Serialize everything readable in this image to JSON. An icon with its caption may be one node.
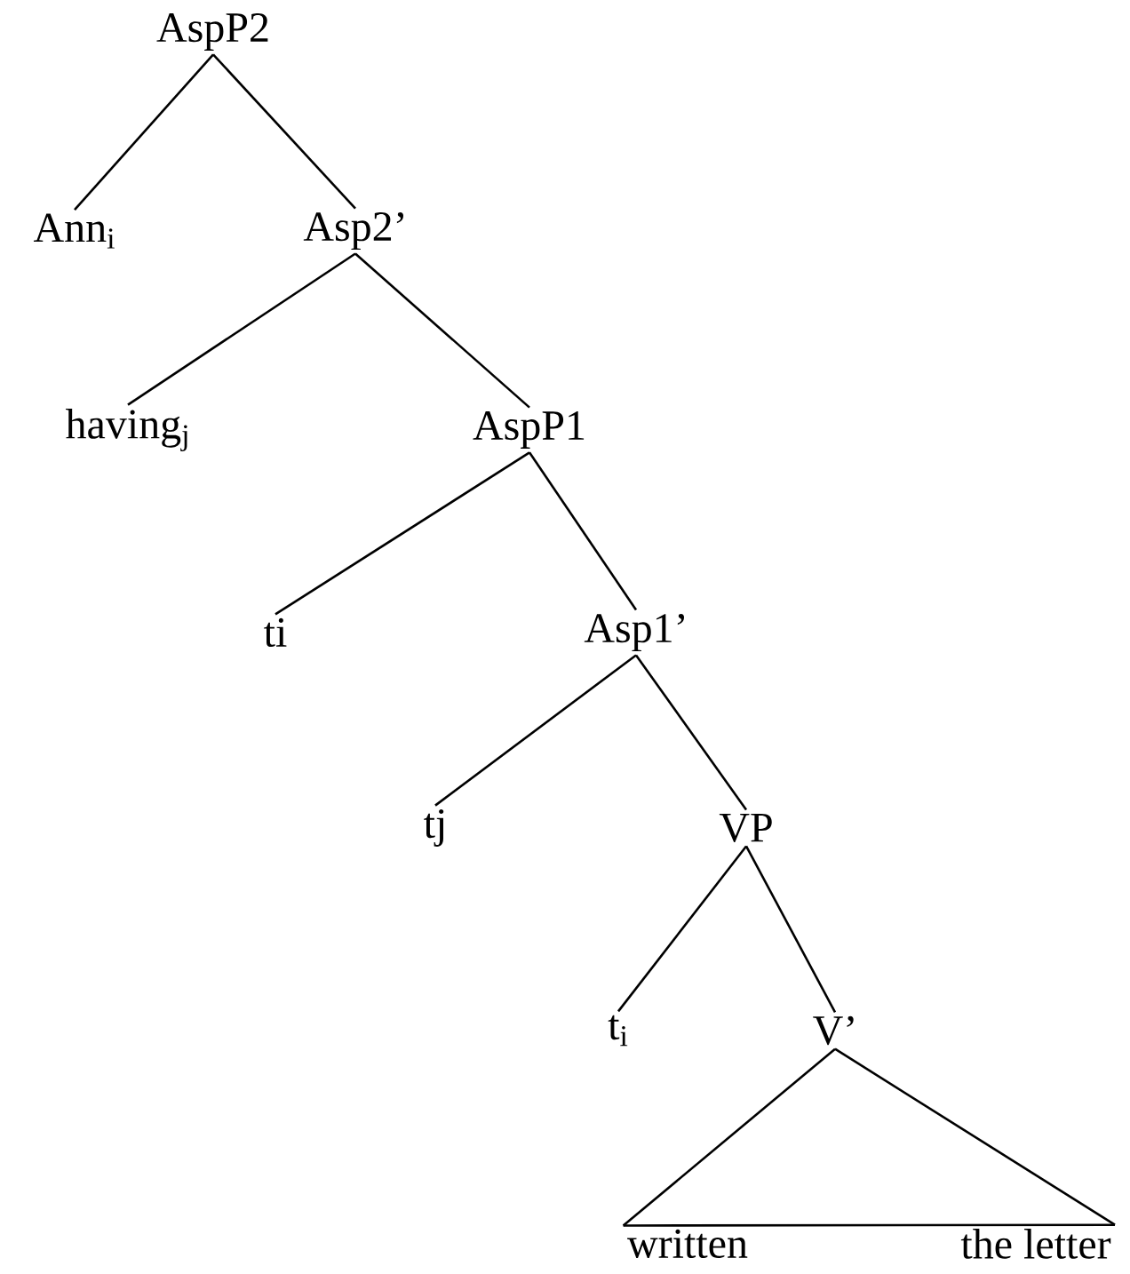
{
  "diagram": {
    "nodes": [
      {
        "text": [
          "AspP2"
        ]
      },
      {
        "text": [
          "Ann$_{i}$"
        ]
      },
      {
        "text": [
          "Asp2’"
        ]
      },
      {
        "text": [
          "having$_{j}$"
        ]
      },
      {
        "text": [
          "AspP1"
        ]
      },
      {
        "text": [
          "ti"
        ]
      },
      {
        "text": [
          "Asp1’"
        ]
      },
      {
        "text": [
          "tj"
        ]
      },
      {
        "text": [
          "VP"
        ]
      },
      {
        "text": [
          "t$_{i}$"
        ]
      },
      {
        "text": [
          "V’"
        ]
      },
      {
        "text": [
          "written"
        ]
      },
      {
        "text": [
          "the letter"
        ]
      }
    ],
    "edges": [
      {
        "from": 0,
        "to": 1,
        "arrow": "none"
      },
      {
        "from": 0,
        "to": 2,
        "arrow": "none"
      },
      {
        "from": 2,
        "to": 3,
        "arrow": "none"
      },
      {
        "from": 2,
        "to": 4,
        "arrow": "none"
      },
      {
        "from": 4,
        "to": 5,
        "arrow": "none"
      },
      {
        "from": 4,
        "to": 6,
        "arrow": "none"
      },
      {
        "from": 6,
        "to": 7,
        "arrow": "none"
      },
      {
        "from": 6,
        "to": 8,
        "arrow": "none"
      },
      {
        "from": 8,
        "to": 9,
        "arrow": "none"
      },
      {
        "from": 8,
        "to": 10,
        "arrow": "none"
      },
      {
        "from": 10,
        "to": 11,
        "arrow": "none"
      },
      {
        "from": 10,
        "to": 12,
        "arrow": "none"
      },
      {
        "from": 11,
        "to": 12,
        "arrow": "none"
      }
    ]
  }
}
